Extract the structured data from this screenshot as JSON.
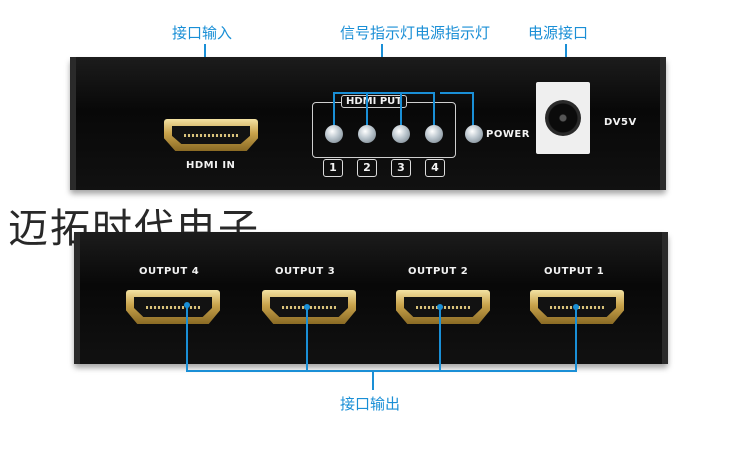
{
  "callouts": {
    "hdmi_in_port": "接口输入",
    "signal_power_indicators": "信号指示灯电源指示灯",
    "power_port": "电源接口",
    "output_ports": "接口输出"
  },
  "top_panel": {
    "hdmi_in_label": "HDMI IN",
    "hdmi_put_title": "HDMI PUT",
    "channel_numbers": [
      "1",
      "2",
      "3",
      "4"
    ],
    "power_label": "POWER",
    "dc_label": "DV5V"
  },
  "bottom_panel": {
    "outputs": [
      "OUTPUT 4",
      "OUTPUT 3",
      "OUTPUT 2",
      "OUTPUT 1"
    ]
  },
  "watermark": "迈拓时代电子",
  "colors": {
    "callout_blue": "#1a8fd6",
    "device_black": "#0d0d0d",
    "connector_gold": "#c8a24b"
  }
}
